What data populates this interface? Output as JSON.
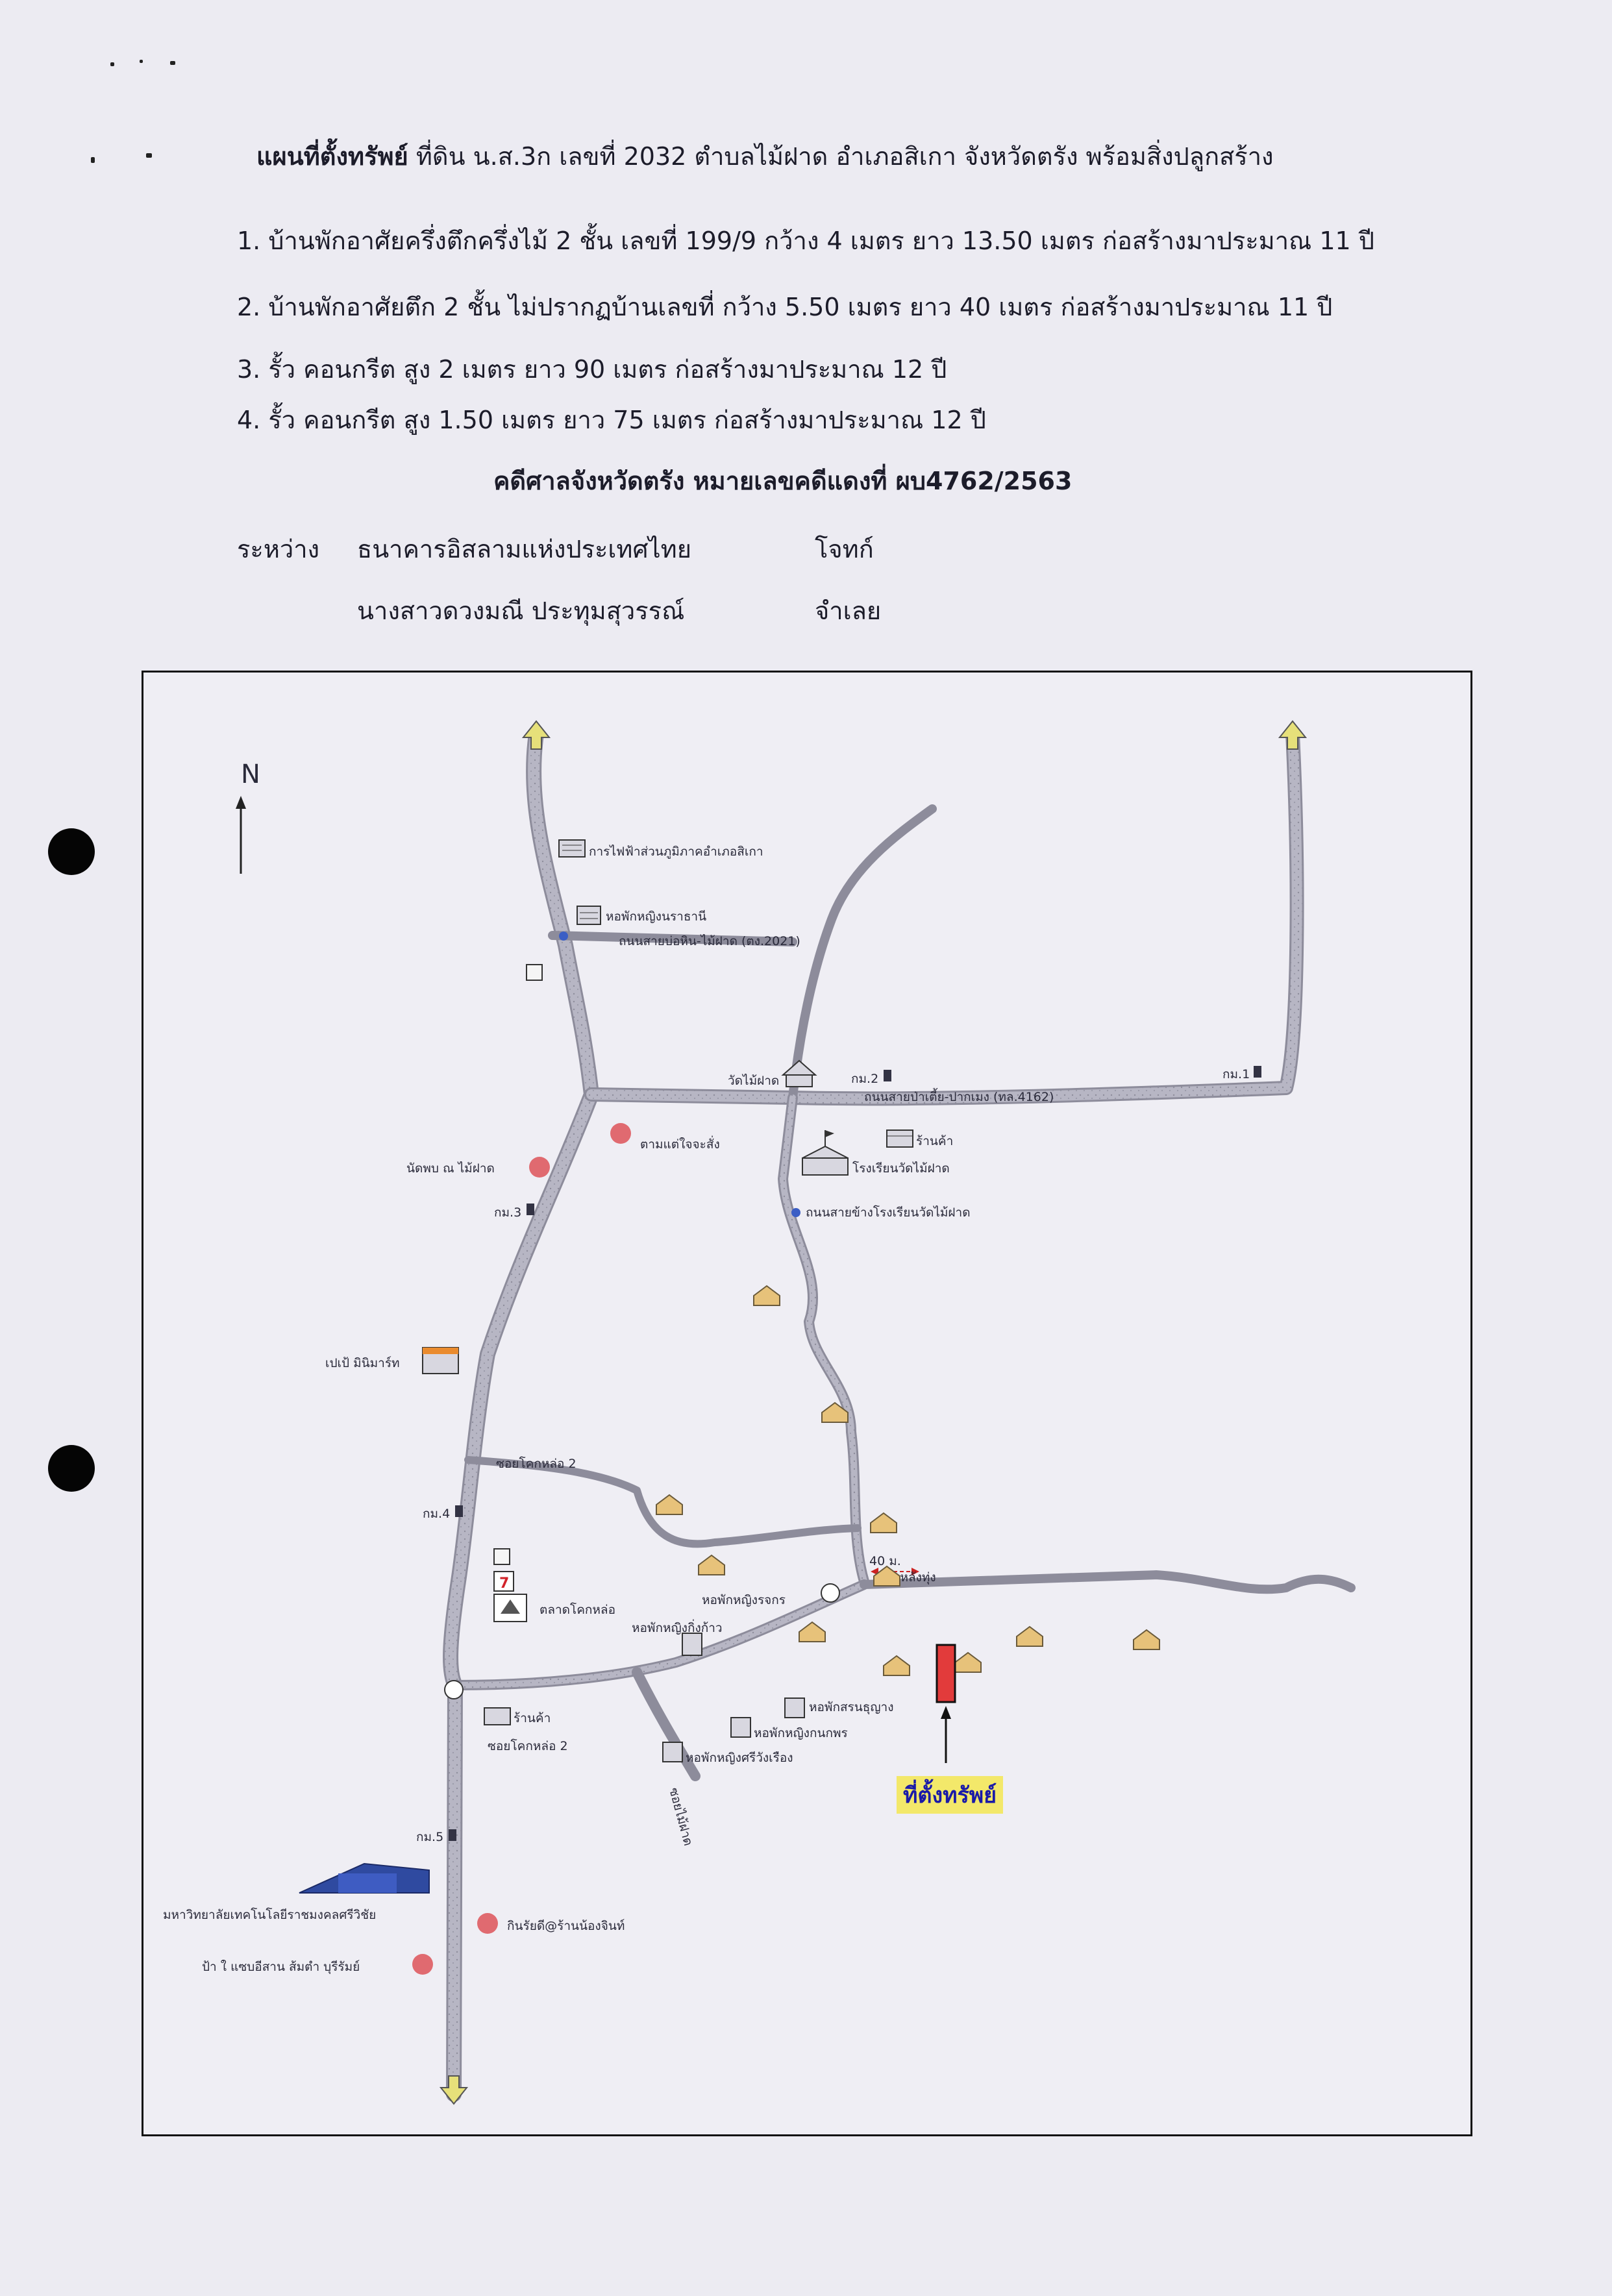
{
  "document": {
    "title_bold": "แผนที่ตั้งทรัพย์",
    "title_rest": " ที่ดิน น.ส.3ก เลขที่ 2032  ตำบลไม้ฝาด  อำเภอสิเกา   จังหวัดตรัง  พร้อมสิ่งปลูกสร้าง",
    "items": [
      "1. บ้านพักอาศัยครึ่งตึกครึ่งไม้ 2 ชั้น เลขที่ 199/9 กว้าง 4 เมตร ยาว 13.50 เมตร ก่อสร้างมาประมาณ 11 ปี",
      "2. บ้านพักอาศัยตึก 2 ชั้น ไม่ปรากฏบ้านเลขที่ กว้าง 5.50 เมตร ยาว 40 เมตร ก่อสร้างมาประมาณ 11 ปี",
      "3. รั้ว คอนกรีต สูง 2 เมตร ยาว 90 เมตร  ก่อสร้างมาประมาณ 12 ปี",
      "4. รั้ว คอนกรีต สูง 1.50 เมตร  ยาว 75 เมตร  ก่อสร้างมาประมาณ 12 ปี"
    ],
    "case_line": "คดีศาลจังหวัดตรัง หมายเลขคดีแดงที่  ผบ4762/2563",
    "parties_label": "ระหว่าง",
    "plaintiff_name": "ธนาคารอิสลามแห่งประเทศไทย",
    "plaintiff_role": "โจทก์",
    "defendant_name": "นางสาวดวงมณี  ประทุมสุวรรณ์",
    "defendant_role": "จำเลย"
  },
  "map": {
    "north": "N",
    "labels": {
      "electricity": "การไฟฟ้าส่วนภูมิภาคอำเภอสิเกา",
      "dorm_narathani": "หอพักหญิงนราธานี",
      "road_2021": "ถนนสายบ่อหิน-ไม้ฝาด (ตง.2021)",
      "wat": "วัดไม้ฝาด",
      "km2": "กม.2",
      "km1": "กม.1",
      "road_4162": "ถนนสายป่าเตี้ย-ปากเมง (ทล.4162)",
      "shop_top": "ร้านค้า",
      "school": "โรงเรียนวัดไม้ฝาด",
      "road_school": "ถนนสายข้างโรงเรียนวัดไม้ฝาด",
      "market_food": "ตามแต่ใจจะสั่ง",
      "restaurant": "นัดพบ ณ ไม้ฝาด",
      "km3": "กม.3",
      "minimart": "เปเป้ มินิมาร์ท",
      "soi2": "ซอยโคกหล่อ 2",
      "km4": "กม.4",
      "market": "ตลาดโคกหล่อ",
      "dorm_roj": "หอพักหญิงรจกร",
      "dorm_kingkaew": "หอพักหญิงกิ่งก้าว",
      "dist_40": "40 ม.",
      "soi_near": "ซอยหลังทุ่ง",
      "shop_bottom": "ร้านค้า",
      "soi_kokloh": "ซอยโคกหล่อ 2",
      "dorm_sua": "หอพักสรนธุญาง",
      "dorm_knok": "หอพักหญิงกนกพร",
      "dorm_sriwang": "หอพักหญิงศรีวังเรือง",
      "soi_side": "ซอยไม้ฝาด",
      "km5": "กม.5",
      "university": "มหาวิทยาลัยเทคโนโลยีราชมงคลศรีวิชัย",
      "kin_rai": "กินรัยดี@ร้านน้องจินท์",
      "somtam": "ป้า ใ แซบอีสาน ส้มตำ บุรีรัมย์",
      "target": "ที่ตั้งทรัพย์"
    }
  }
}
